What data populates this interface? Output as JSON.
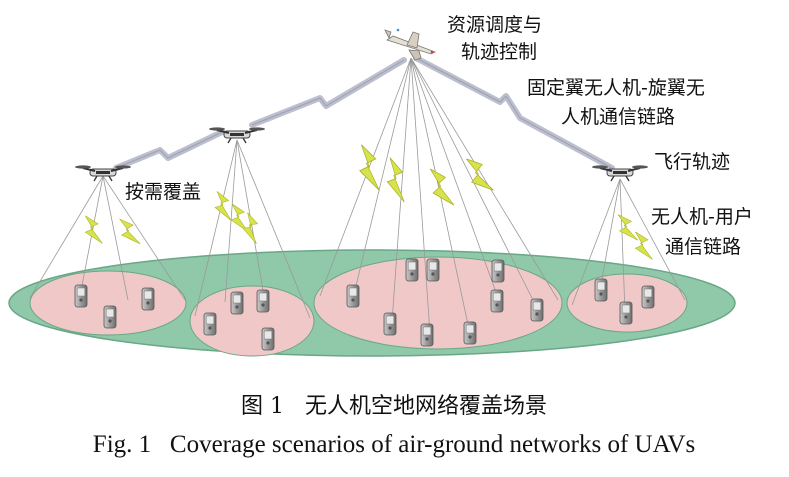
{
  "labels": {
    "resource_control_l1": "资源调度与",
    "resource_control_l2": "轨迹控制",
    "fixed_rotary_link_l1": "固定翼无人机-旋翼无",
    "fixed_rotary_link_l2": "人机通信链路",
    "on_demand_coverage": "按需覆盖",
    "flight_trajectory": "飞行轨迹",
    "uav_user_link_l1": "无人机-用户",
    "uav_user_link_l2": "通信链路"
  },
  "caption": {
    "cn": "图 1   无人机空地网络覆盖场景",
    "en": "Fig. 1   Coverage scenarios of air-ground networks of UAVs"
  },
  "colors": {
    "ground_ellipse": "#8fc9a9",
    "cell": "#f0c8c8",
    "link_wire": "#b9bccb",
    "lightning": "#d6e04a"
  }
}
